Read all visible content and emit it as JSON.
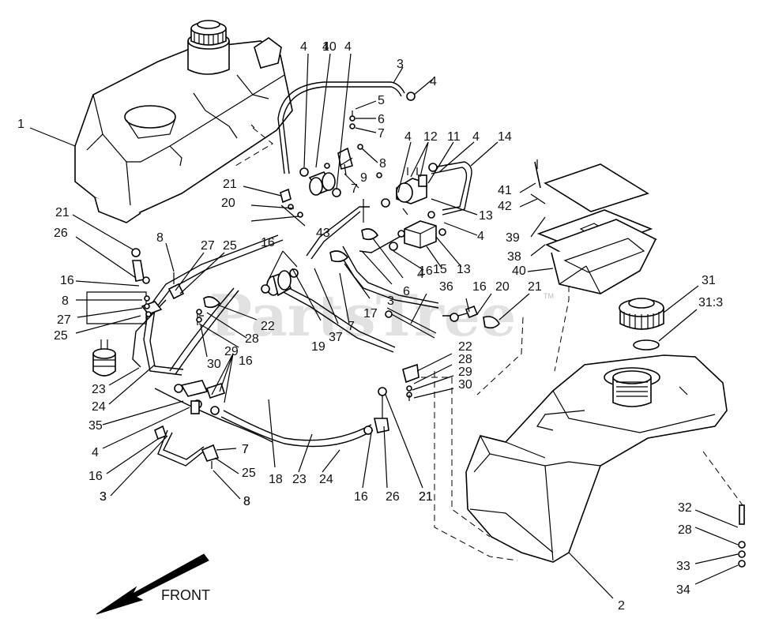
{
  "diagram": {
    "watermark": "PartsTree",
    "watermark_tm": "TM",
    "direction_label": "FRONT",
    "callouts": [
      "1",
      "2",
      "3",
      "3",
      "3",
      "3",
      "4",
      "4",
      "4",
      "4",
      "4",
      "4",
      "4",
      "4",
      "4",
      "5",
      "6",
      "6",
      "7",
      "7",
      "7",
      "7",
      "7",
      "8",
      "8",
      "8",
      "8",
      "8",
      "9",
      "10",
      "11",
      "12",
      "13",
      "13",
      "14",
      "15",
      "16",
      "16",
      "16",
      "16",
      "16",
      "16",
      "16",
      "17",
      "18",
      "19",
      "20",
      "20",
      "21",
      "21",
      "21",
      "21",
      "21",
      "22",
      "22",
      "23",
      "23",
      "24",
      "24",
      "25",
      "25",
      "25",
      "26",
      "26",
      "27",
      "27",
      "28",
      "28",
      "28",
      "29",
      "29",
      "30",
      "30",
      "31",
      "31:3",
      "32",
      "33",
      "34",
      "35",
      "36",
      "37",
      "38",
      "39",
      "40",
      "41",
      "42",
      "43"
    ]
  }
}
